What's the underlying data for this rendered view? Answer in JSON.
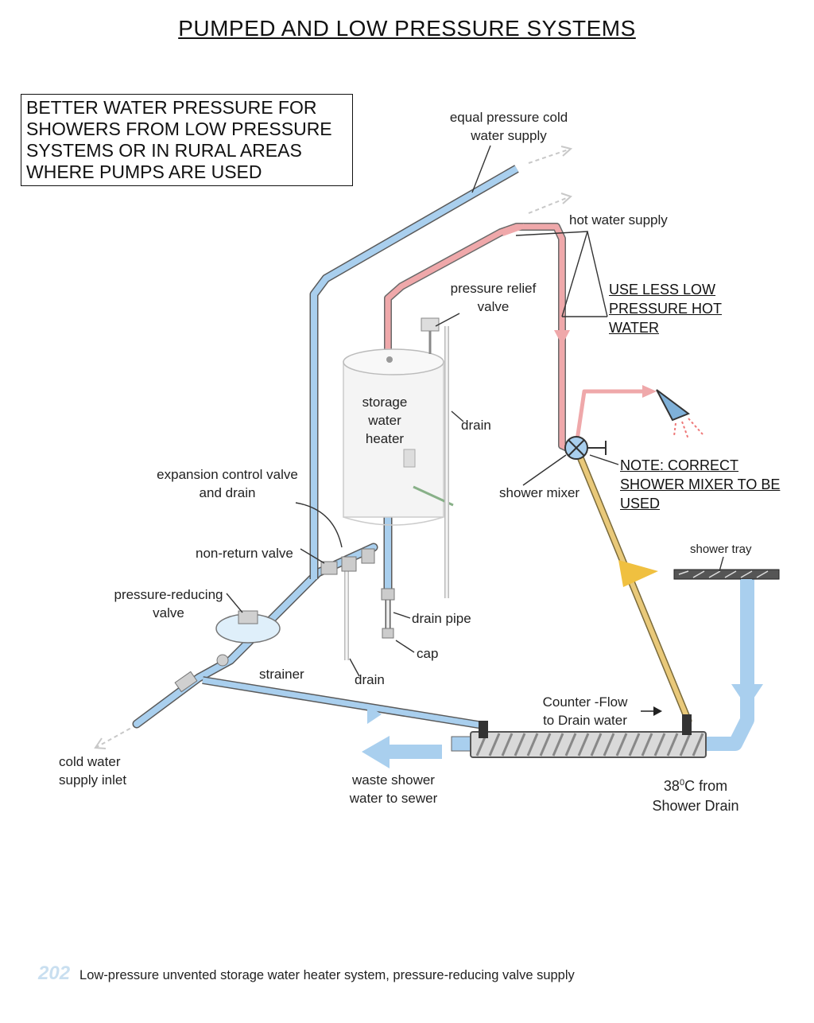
{
  "title": "PUMPED AND LOW PRESSURE SYSTEMS",
  "intro_box": {
    "lines": [
      "BETTER WATER PRESSURE FOR",
      "SHOWERS FROM LOW PRESSURE",
      "SYSTEMS OR IN RURAL AREAS",
      "WHERE PUMPS ARE USED"
    ]
  },
  "labels": {
    "cold_supply_line1": "equal pressure cold",
    "cold_supply_line2": "water supply",
    "hot_supply": "hot water supply",
    "relief_line1": "pressure relief",
    "relief_line2": "valve",
    "heater_line1": "storage",
    "heater_line2": "water",
    "heater_line3": "heater",
    "drain_upper": "drain",
    "expansion_line1": "expansion control valve",
    "expansion_line2": "and drain",
    "non_return": "non-return valve",
    "prv_line1": "pressure-reducing",
    "prv_line2": "valve",
    "drain_pipe": "drain pipe",
    "cap": "cap",
    "strainer": "strainer",
    "drain_lower": "drain",
    "cold_inlet_line1": "cold water",
    "cold_inlet_line2": "supply inlet",
    "shower_mixer": "shower mixer",
    "shower_tray": "shower tray",
    "counter_flow_line1": "Counter -Flow",
    "counter_flow_line2": "to Drain water",
    "waste_line1": "waste shower",
    "waste_line2": "water to sewer",
    "temp_value": "38",
    "temp_sup": "0",
    "temp_rest": "C  from",
    "temp_line2": "Shower  Drain"
  },
  "notes": {
    "use_less": [
      "USE LESS LOW",
      "PRESSURE HOT",
      "WATER"
    ],
    "correct_mixer": [
      "NOTE: CORRECT",
      "SHOWER MIXER TO BE",
      "USED"
    ]
  },
  "caption": {
    "page_number": "202",
    "text": "Low-pressure unvented storage water heater system, pressure-reducing valve supply"
  },
  "colors": {
    "cold_pipe": "#a9cfee",
    "hot_pipe": "#efa8aa",
    "mixed_pipe": "#e9c97a",
    "outline": "#5a5a5a"
  }
}
